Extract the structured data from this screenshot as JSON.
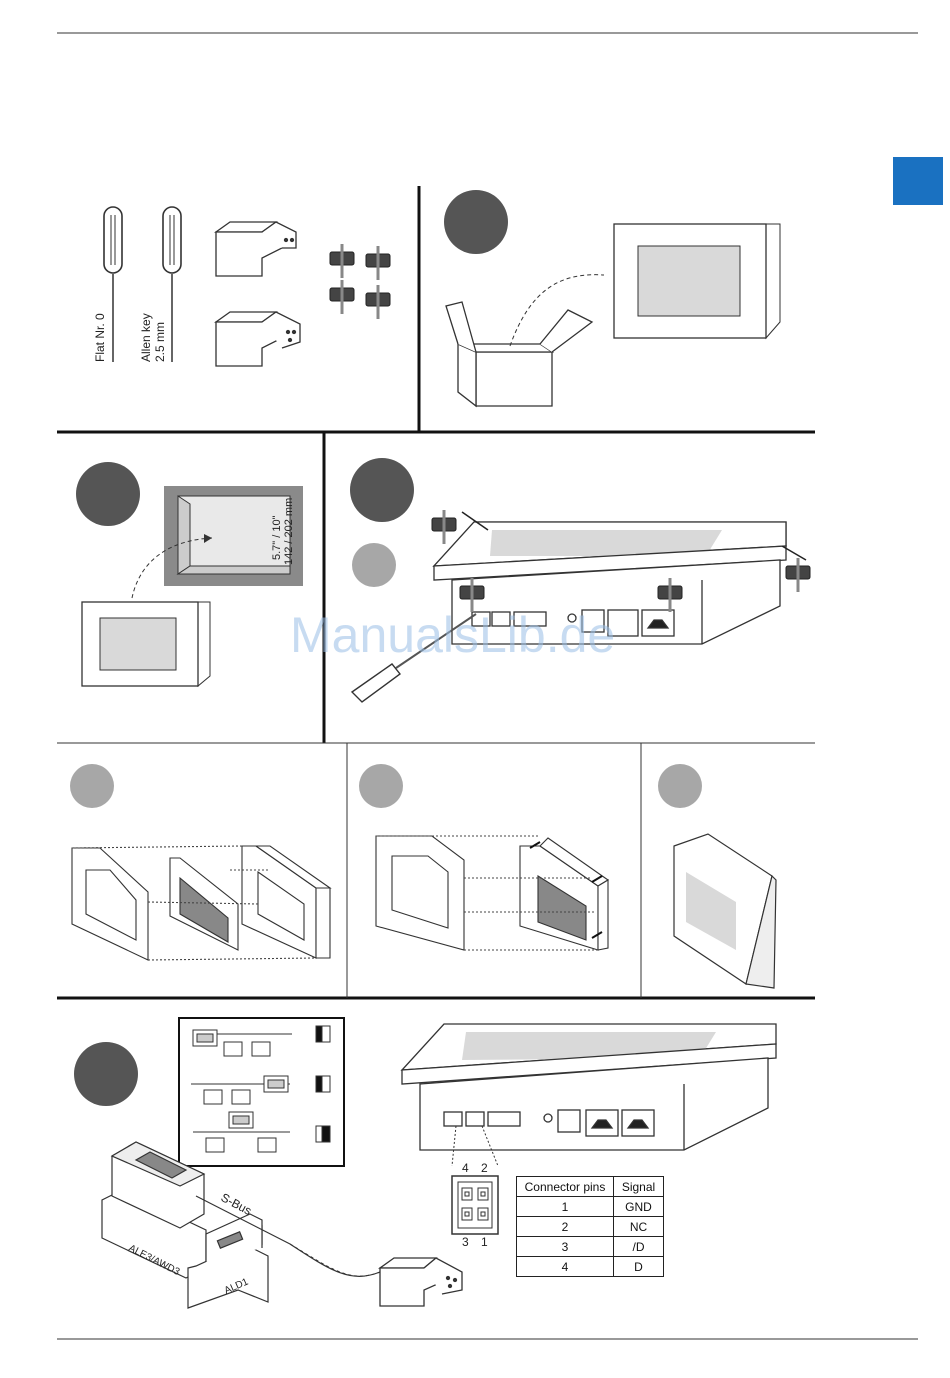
{
  "colors": {
    "accent_tab": "#1a71c1",
    "step_dark": "#555555",
    "step_light": "#a7a7a7",
    "panel_grey": "#d9d9d9"
  },
  "tools": {
    "flat_screwdriver": "Flat Nr. 0",
    "allen_key_line1": "Allen key",
    "allen_key_line2": "2.5 mm"
  },
  "cutout": {
    "size_inch": "5.7\" / 10\"",
    "size_mm": "142 / 202 mm"
  },
  "bus": {
    "sbus_label": "S-Bus",
    "meter1": "ALE3/AWD3",
    "meter2": "ALD1"
  },
  "connector": {
    "pin_top_left": "4",
    "pin_top_right": "2",
    "pin_bottom_left": "3",
    "pin_bottom_right": "1"
  },
  "pin_table": {
    "headers": [
      "Connector pins",
      "Signal"
    ],
    "rows": [
      [
        "1",
        "GND"
      ],
      [
        "2",
        "NC"
      ],
      [
        "3",
        "/D"
      ],
      [
        "4",
        "D"
      ]
    ]
  },
  "watermark": "ManualsLib.de"
}
